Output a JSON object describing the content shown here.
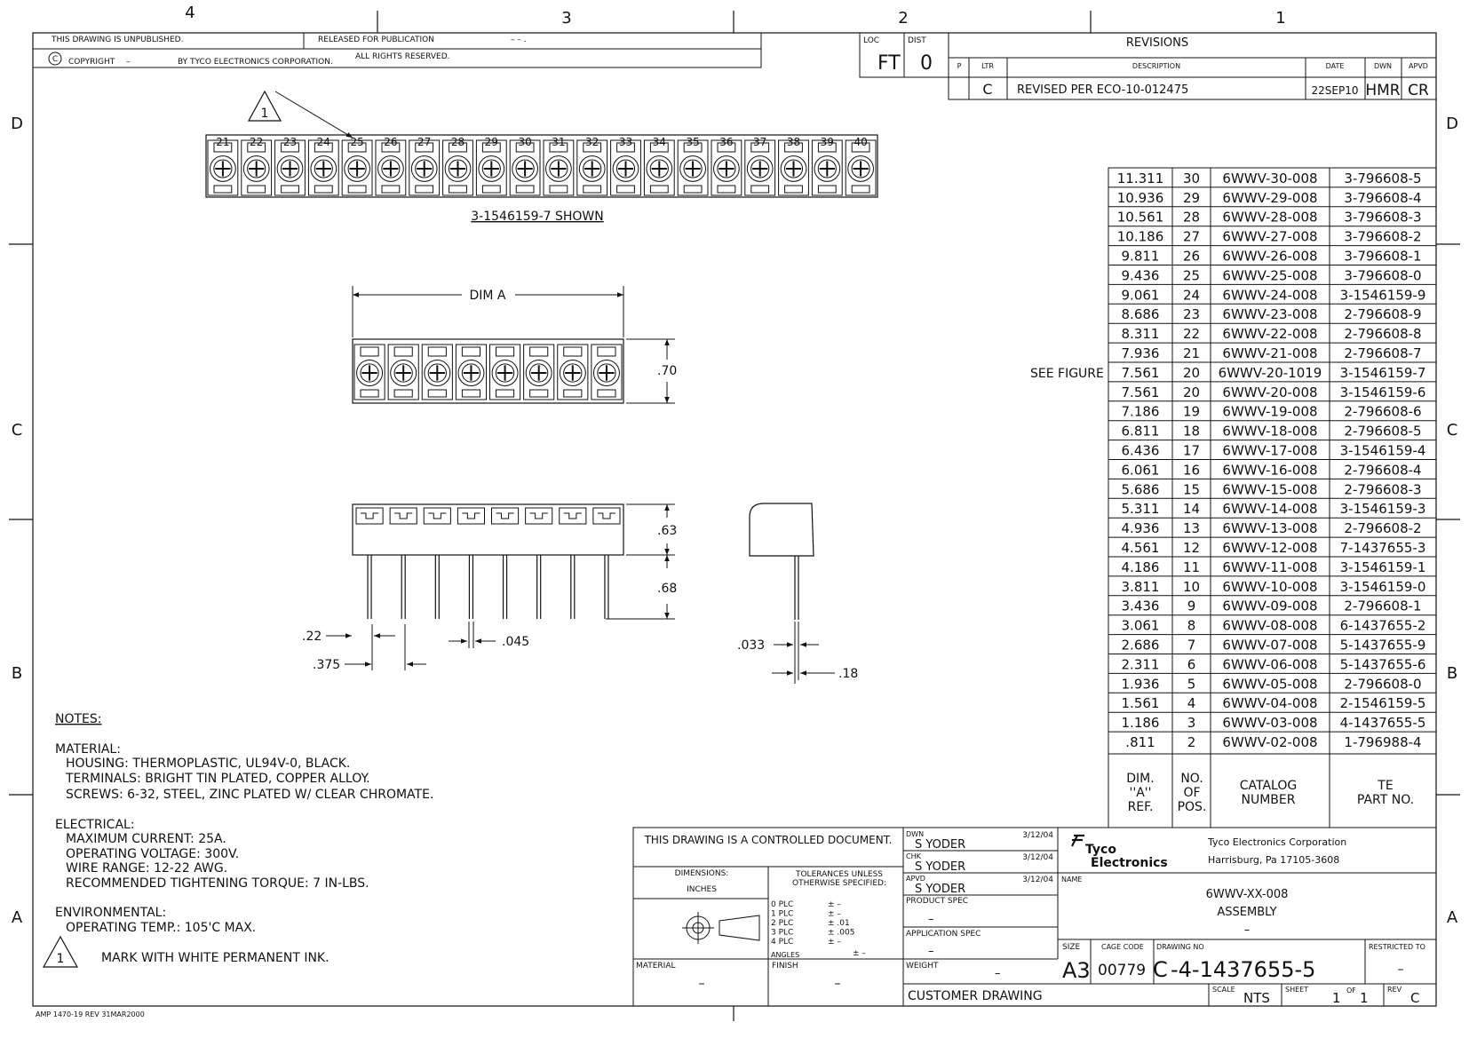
{
  "border": {
    "cols": [
      "4",
      "3",
      "2",
      "1"
    ],
    "rows": [
      "D",
      "C",
      "B",
      "A"
    ]
  },
  "header": {
    "unpublished": "THIS DRAWING IS UNPUBLISHED.",
    "released": "RELEASED FOR PUBLICATION",
    "released_date": "– –   .",
    "copyright_symbol": "C",
    "copyright": "COPYRIGHT",
    "copyright_year": "–",
    "copyright_by": "BY TYCO ELECTRONICS CORPORATION.",
    "all_rights": "ALL RIGHTS RESERVED."
  },
  "loc_dist": {
    "loc_label": "LOC",
    "dist_label": "DIST",
    "loc": "FT",
    "dist": "0"
  },
  "revisions": {
    "title": "REVISIONS",
    "headers": {
      "p": "P",
      "ltr": "LTR",
      "description": "DESCRIPTION",
      "date": "DATE",
      "dwn": "DWN",
      "apvd": "APVD"
    },
    "rows": [
      {
        "ltr": "C",
        "description": "REVISED PER ECO-10-012475",
        "date": "22SEP10",
        "dwn": "HMR",
        "apvd": "CR"
      }
    ]
  },
  "top_view": {
    "flag_number": "1",
    "positions": [
      "21",
      "22",
      "23",
      "24",
      "25",
      "26",
      "27",
      "28",
      "29",
      "30",
      "31",
      "32",
      "33",
      "34",
      "35",
      "36",
      "37",
      "38",
      "39",
      "40"
    ],
    "caption": "3-1546159-7 SHOWN"
  },
  "front_view": {
    "dim_a_label": "DIM A",
    "height_label": ".70",
    "screws": 8
  },
  "side_view": {
    "upper_height": ".63",
    "lower_height": ".68",
    "pin_width": ".045",
    "edge_offset": ".22",
    "pitch": ".375",
    "pin_thickness": ".033",
    "end_offset": ".18"
  },
  "notes": {
    "title": "NOTES:",
    "material_title": "MATERIAL:",
    "material": [
      "HOUSING: THERMOPLASTIC, UL94V-0, BLACK.",
      "TERMINALS: BRIGHT TIN PLATED, COPPER ALLOY.",
      "SCREWS: 6-32, STEEL, ZINC PLATED W/ CLEAR CHROMATE."
    ],
    "electrical_title": "ELECTRICAL:",
    "electrical": [
      "MAXIMUM CURRENT: 25A.",
      "OPERATING VOLTAGE: 300V.",
      "WIRE RANGE: 12-22 AWG.",
      "RECOMMENDED TIGHTENING TORQUE: 7 IN-LBS."
    ],
    "environmental_title": "ENVIRONMENTAL:",
    "environmental": [
      "OPERATING TEMP.: 105'C MAX."
    ],
    "flag_number": "1",
    "flag_note": "MARK WITH WHITE PERMANENT INK."
  },
  "see_figure": "SEE FIGURE",
  "part_table": {
    "headers": {
      "dim": [
        "DIM.",
        "''A''",
        "REF."
      ],
      "pos": [
        "NO.",
        "OF",
        "POS."
      ],
      "catalog": [
        "CATALOG",
        "NUMBER"
      ],
      "te": [
        "TE",
        "PART NO."
      ]
    },
    "rows": [
      [
        "11.311",
        "30",
        "6WWV-30-008",
        "3-796608-5"
      ],
      [
        "10.936",
        "29",
        "6WWV-29-008",
        "3-796608-4"
      ],
      [
        "10.561",
        "28",
        "6WWV-28-008",
        "3-796608-3"
      ],
      [
        "10.186",
        "27",
        "6WWV-27-008",
        "3-796608-2"
      ],
      [
        "9.811",
        "26",
        "6WWV-26-008",
        "3-796608-1"
      ],
      [
        "9.436",
        "25",
        "6WWV-25-008",
        "3-796608-0"
      ],
      [
        "9.061",
        "24",
        "6WWV-24-008",
        "3-1546159-9"
      ],
      [
        "8.686",
        "23",
        "6WWV-23-008",
        "2-796608-9"
      ],
      [
        "8.311",
        "22",
        "6WWV-22-008",
        "2-796608-8"
      ],
      [
        "7.936",
        "21",
        "6WWV-21-008",
        "2-796608-7"
      ],
      [
        "7.561",
        "20",
        "6WWV-20-1019",
        "3-1546159-7"
      ],
      [
        "7.561",
        "20",
        "6WWV-20-008",
        "3-1546159-6"
      ],
      [
        "7.186",
        "19",
        "6WWV-19-008",
        "2-796608-6"
      ],
      [
        "6.811",
        "18",
        "6WWV-18-008",
        "2-796608-5"
      ],
      [
        "6.436",
        "17",
        "6WWV-17-008",
        "3-1546159-4"
      ],
      [
        "6.061",
        "16",
        "6WWV-16-008",
        "2-796608-4"
      ],
      [
        "5.686",
        "15",
        "6WWV-15-008",
        "2-796608-3"
      ],
      [
        "5.311",
        "14",
        "6WWV-14-008",
        "3-1546159-3"
      ],
      [
        "4.936",
        "13",
        "6WWV-13-008",
        "2-796608-2"
      ],
      [
        "4.561",
        "12",
        "6WWV-12-008",
        "7-1437655-3"
      ],
      [
        "4.186",
        "11",
        "6WWV-11-008",
        "3-1546159-1"
      ],
      [
        "3.811",
        "10",
        "6WWV-10-008",
        "3-1546159-0"
      ],
      [
        "3.436",
        "9",
        "6WWV-09-008",
        "2-796608-1"
      ],
      [
        "3.061",
        "8",
        "6WWV-08-008",
        "6-1437655-2"
      ],
      [
        "2.686",
        "7",
        "6WWV-07-008",
        "5-1437655-9"
      ],
      [
        "2.311",
        "6",
        "6WWV-06-008",
        "5-1437655-6"
      ],
      [
        "1.936",
        "5",
        "6WWV-05-008",
        "2-796608-0"
      ],
      [
        "1.561",
        "4",
        "6WWV-04-008",
        "2-1546159-5"
      ],
      [
        "1.186",
        "3",
        "6WWV-03-008",
        "4-1437655-5"
      ],
      [
        ".811",
        "2",
        "6WWV-02-008",
        "1-796988-4"
      ]
    ]
  },
  "title_block": {
    "controlled": "THIS DRAWING IS A CONTROLLED DOCUMENT.",
    "dimensions": "DIMENSIONS:",
    "inches": "INCHES",
    "tolerances": [
      "TOLERANCES UNLESS",
      "OTHERWISE SPECIFIED:"
    ],
    "tol_rows": [
      [
        "0 PLC",
        "± –"
      ],
      [
        "1 PLC",
        "± –"
      ],
      [
        "2 PLC",
        "± .01"
      ],
      [
        "3 PLC",
        "± .005"
      ],
      [
        "4 PLC",
        "± –"
      ]
    ],
    "angles": "ANGLES",
    "angles_value": "± –",
    "material_label": "MATERIAL",
    "material_value": "–",
    "finish_label": "FINISH",
    "finish_value": "–",
    "dwn_label": "DWN",
    "dwn_name": "S YODER",
    "dwn_date": "3/12/04",
    "chk_label": "CHK",
    "chk_name": "S YODER",
    "chk_date": "3/12/04",
    "apvd_label": "APVD",
    "apvd_name": "S YODER",
    "apvd_date": "3/12/04",
    "product_spec_label": "PRODUCT SPEC",
    "product_spec_value": "–",
    "application_spec_label": "APPLICATION SPEC",
    "application_spec_value": "–",
    "weight_label": "WEIGHT",
    "weight_value": "–",
    "customer_drawing": "CUSTOMER DRAWING",
    "logo_line1": "Tyco",
    "logo_line2": "Electronics",
    "company": "Tyco Electronics Corporation",
    "address": "Harrisburg, Pa  17105-3608",
    "name_label": "NAME",
    "name_line1": "6WWV-XX-008",
    "name_line2": "ASSEMBLY",
    "name_line3": "–",
    "size_label": "SIZE",
    "size_value": "A3",
    "cage_label": "CAGE CODE",
    "cage_value": "00779",
    "drawing_no_label": "DRAWING NO",
    "drawing_prefix": "C",
    "drawing_no": "-4-1437655-5",
    "restricted_label": "RESTRICTED TO",
    "restricted_value": "–",
    "scale_label": "SCALE",
    "scale_value": "NTS",
    "sheet_label": "SHEET",
    "sheet_value": "1",
    "of_label": "OF",
    "of_value": "1",
    "rev_label": "REV",
    "rev_value": "C"
  },
  "footer": {
    "form_code": "AMP 1470-19 REV 31MAR2000"
  }
}
